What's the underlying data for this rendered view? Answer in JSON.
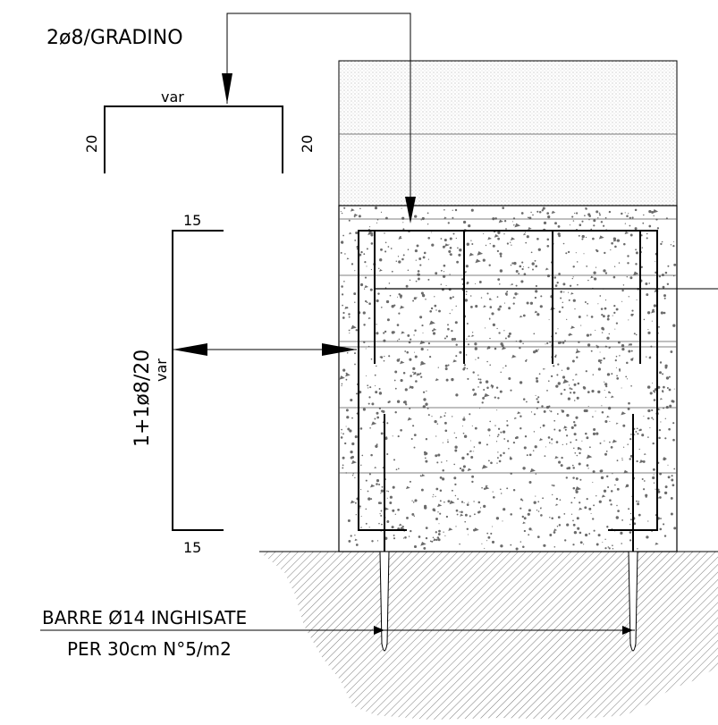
{
  "labels": {
    "stirrup_top": "2ø8/GRADINO",
    "dim_var_top": "var",
    "dim_left_20": "20",
    "dim_right_20": "20",
    "dim_15_top": "15",
    "dim_15_bottom": "15",
    "rebar_side": "1+1ø8/20",
    "dim_var_side": "var",
    "anchor_line1": "BARRE  Ø14  INGHISATE",
    "anchor_line2": "PER  30cm  N°5/m2"
  },
  "colors": {
    "ink": "#000000",
    "concrete_speck": "#6b6b6b",
    "soil_hatch": "#8a8a8a",
    "top_fill_dots": "#a8a8a8"
  }
}
